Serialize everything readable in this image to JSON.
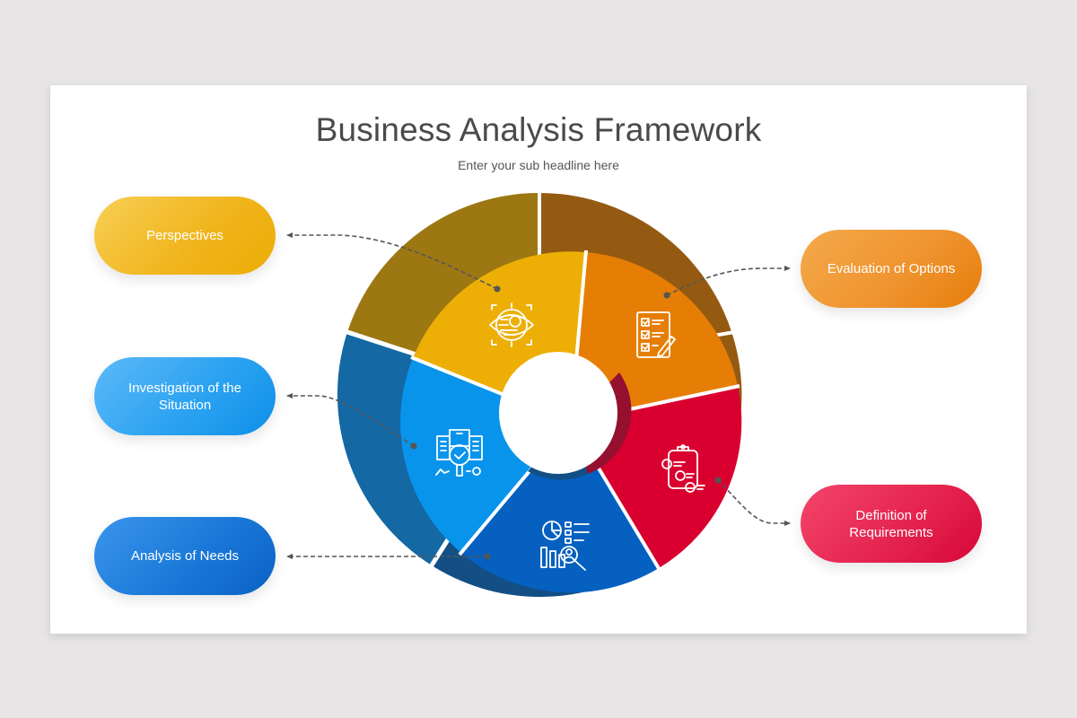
{
  "slide": {
    "title": "Business Analysis Framework",
    "subtitle": "Enter your sub headline here"
  },
  "segments": [
    {
      "id": "perspectives",
      "label": "Perspectives",
      "color": "#EDAF05",
      "shadow_color": "#9C7712",
      "icon": "eye-target-chart-icon"
    },
    {
      "id": "evaluation",
      "label": "Evaluation of Options",
      "color": "#E67E06",
      "shadow_color": "#955A12",
      "icon": "checklist-pencil-icon"
    },
    {
      "id": "definition",
      "label": "Definition of Requirements",
      "color": "#D90030",
      "shadow_color": "#95102E",
      "icon": "numbered-clipboard-icon"
    },
    {
      "id": "analysis",
      "label": "Analysis of Needs",
      "color": "#0560C0",
      "shadow_color": "#134F85",
      "icon": "chart-user-search-icon"
    },
    {
      "id": "investigation",
      "label": "Investigation of the Situation",
      "color": "#0994EC",
      "shadow_color": "#1468A3",
      "icon": "document-magnifier-check-icon"
    }
  ],
  "colors": {
    "background": "#E7E5E6",
    "slide": "#FFFFFF",
    "title_text": "#4A4A4A",
    "connector": "#555555"
  }
}
